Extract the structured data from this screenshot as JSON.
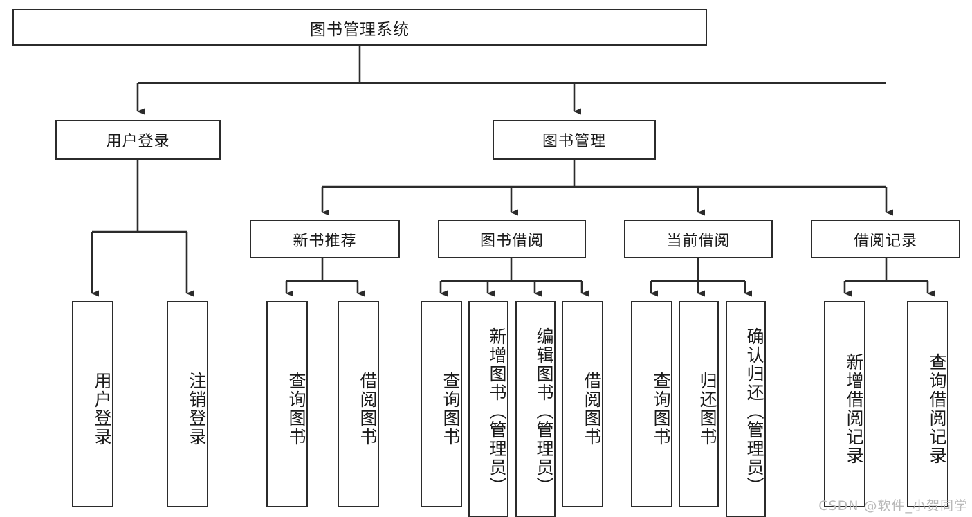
{
  "diagram": {
    "type": "tree",
    "title": "图书管理系统",
    "watermark": "CSDN @软件_小贺同学",
    "root": {
      "label": "图书管理系统"
    },
    "level2": [
      {
        "label": "用户登录"
      },
      {
        "label": "图书管理"
      }
    ],
    "level3": [
      {
        "label": "新书推荐"
      },
      {
        "label": "图书借阅"
      },
      {
        "label": "当前借阅"
      },
      {
        "label": "借阅记录"
      }
    ],
    "leaves": [
      {
        "label": "用户登录",
        "parent": "用户登录"
      },
      {
        "label": "注销登录",
        "parent": "用户登录"
      },
      {
        "label": "查询图书",
        "parent": "新书推荐"
      },
      {
        "label": "借阅图书",
        "parent": "新书推荐"
      },
      {
        "label": "查询图书",
        "parent": "图书借阅"
      },
      {
        "label": "新增图书（管理员）",
        "parent": "图书借阅"
      },
      {
        "label": "编辑图书（管理员）",
        "parent": "图书借阅"
      },
      {
        "label": "借阅图书",
        "parent": "图书借阅"
      },
      {
        "label": "查询图书",
        "parent": "当前借阅"
      },
      {
        "label": "归还图书",
        "parent": "当前借阅"
      },
      {
        "label": "确认归还（管理员）",
        "parent": "当前借阅"
      },
      {
        "label": "新增借阅记录",
        "parent": "借阅记录"
      },
      {
        "label": "查询借阅记录",
        "parent": "借阅记录"
      }
    ],
    "colors": {
      "stroke": "#2b2b2b",
      "fill": "#ffffff",
      "text": "#1a1a1a",
      "watermark": "#b9b9b9"
    }
  }
}
